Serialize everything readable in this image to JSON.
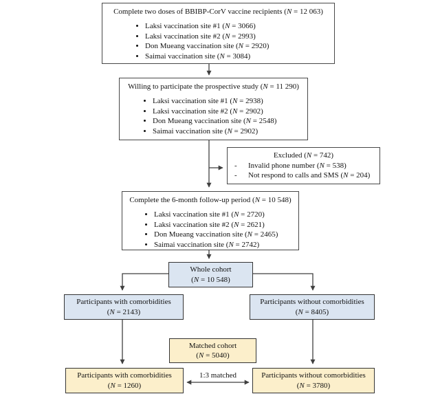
{
  "boxes": {
    "enrollment": {
      "title": "Complete two doses of BBIBP-CorV vaccine recipients (N = 12 063)",
      "items": [
        "Laksi vaccination site #1 (N = 3066)",
        "Laksi vaccination site #2 (N = 2993)",
        "Don Mueang vaccination site (N = 2920)",
        "Saimai vaccination site (N = 3084)"
      ]
    },
    "willing": {
      "title": "Willing to participate the prospective study (N = 11 290)",
      "items": [
        "Laksi vaccination site #1 (N = 2938)",
        "Laksi vaccination site #2 (N = 2902)",
        "Don Mueang vaccination site (N = 2548)",
        "Saimai vaccination site (N = 2902)"
      ]
    },
    "excluded": {
      "title": "Excluded (N = 742)",
      "items": [
        "Invalid phone number (N = 538)",
        "Not respond to calls and SMS (N = 204)"
      ]
    },
    "followup": {
      "title": "Complete the 6-month follow-up period (N = 10 548)",
      "items": [
        "Laksi vaccination site #1 (N = 2720)",
        "Laksi vaccination site #2 (N = 2621)",
        "Don Mueang vaccination site (N = 2465)",
        "Saimai vaccination site (N = 2742)"
      ]
    },
    "whole_cohort": {
      "line1": "Whole cohort",
      "line2": "(N = 10 548)"
    },
    "with_comorbidities": {
      "line1": "Participants with comorbidities",
      "line2": "(N = 2143)"
    },
    "without_comorbidities": {
      "line1": "Participants without comorbidities",
      "line2": "(N = 8405)"
    },
    "matched_cohort": {
      "line1": "Matched cohort",
      "line2": "(N = 5040)"
    },
    "matched_with": {
      "line1": "Participants with comorbidities",
      "line2": "(N = 1260)"
    },
    "matched_without": {
      "line1": "Participants without comorbidities",
      "line2": "(N = 3780)"
    },
    "match_label": "1:3 matched"
  },
  "colors": {
    "cohort_fill": "#dbe5f1",
    "matched_fill": "#fcefcb",
    "line": "#3f3f3f"
  }
}
